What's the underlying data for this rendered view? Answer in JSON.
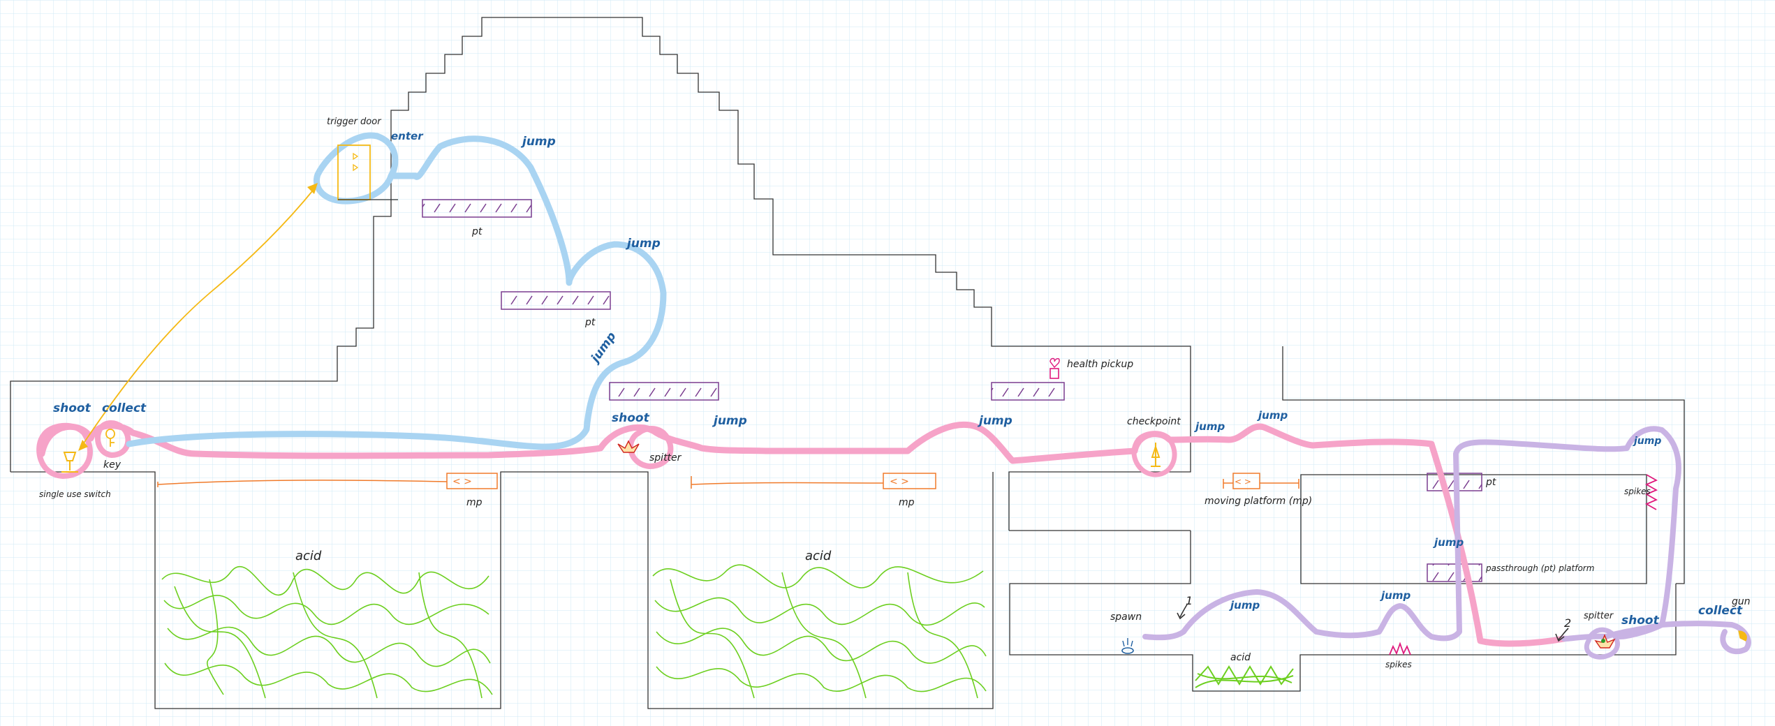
{
  "labels": {
    "trigger_door": "trigger door",
    "enter": "enter",
    "pt_top": "pt",
    "pt_mid": "pt",
    "jump_top": "jump",
    "jump_mid": "jump",
    "jump_low": "jump",
    "shoot_left": "shoot",
    "collect_left": "collect",
    "key": "key",
    "single_use_switch": "single use switch",
    "shoot_mid": "shoot",
    "spitter_mid": "spitter",
    "jump_after_spitter": "jump",
    "mp_left": "mp",
    "mp_mid": "mp",
    "acid_left": "acid",
    "acid_mid": "acid",
    "jump_right_mid": "jump",
    "health_pickup": "health pickup",
    "checkpoint": "checkpoint",
    "jump_cp1": "jump",
    "jump_cp2": "jump",
    "moving_platform": "moving platform (mp)",
    "pt_right": "pt",
    "jump_pt": "jump",
    "passthrough_platform": "passthrough (pt) platform",
    "jump_far_right": "jump",
    "spikes_wall": "spikes",
    "spawn": "spawn",
    "num_1": "1",
    "jump_lower1": "jump",
    "jump_lower2": "jump",
    "acid_small": "acid",
    "spikes_floor": "spikes",
    "num_2": "2",
    "spitter_right": "spitter",
    "shoot_right": "shoot",
    "collect_right": "collect",
    "gun": "gun",
    "mp_arrows": "<   >"
  },
  "colors": {
    "grid": "#cfeaf6",
    "wall": "#333333",
    "pink": "#f6a3c8",
    "blue": "#a9d4f2",
    "lavender": "#c9b3e4",
    "purple": "#7a3d8f",
    "orange": "#f07a2a",
    "acid": "#6ccf1f",
    "yellow": "#f5b915",
    "magenta": "#e0197d",
    "label_blue": "#1f5fa0"
  }
}
